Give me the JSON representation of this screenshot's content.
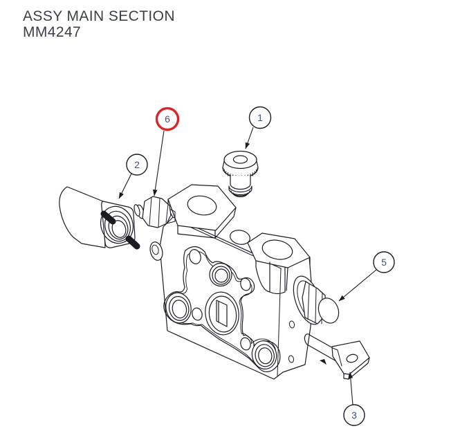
{
  "title": {
    "line1": "ASSY MAIN SECTION",
    "line2": "MM4247"
  },
  "callouts": {
    "c1": {
      "number": "1",
      "highlighted": false
    },
    "c2": {
      "number": "2",
      "highlighted": false
    },
    "c3": {
      "number": "3",
      "highlighted": false
    },
    "c5": {
      "number": "5",
      "highlighted": false
    },
    "c6": {
      "number": "6",
      "highlighted": true
    }
  },
  "colors": {
    "line": "#1b1b22",
    "callout_number": "#44507a",
    "highlight_ring": "#dc2427",
    "background": "#ffffff"
  }
}
